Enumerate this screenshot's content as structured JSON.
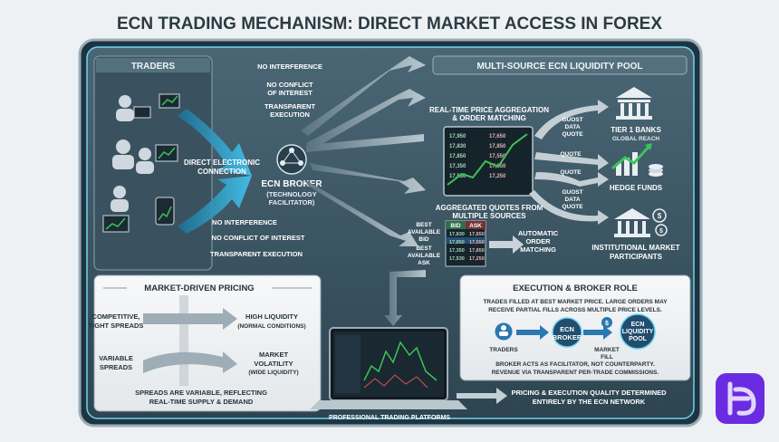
{
  "title": "ECN TRADING MECHANISM: DIRECT MARKET ACCESS IN FOREX",
  "traders": {
    "header": "TRADERS",
    "connection_label_1": "DIRECT ELECTRONIC",
    "connection_label_2": "CONNECTION"
  },
  "broker": {
    "name": "ECN BROKER",
    "sub_1": "(TECHNOLOGY",
    "sub_2": "FACILITATOR)",
    "top_points": [
      "NO INTERFERENCE",
      "NO CONFLICT",
      "OF INTEREST",
      "TRANSPARENT",
      "EXECUTION"
    ],
    "bottom_points": [
      "NO INTERFERENCE",
      "NO CONFLICT OF INTEREST",
      "TRANSPARENT EXECUTION"
    ]
  },
  "pool": {
    "header": "MULTI-SOURCE ECN LIQUIDITY POOL",
    "aggregation_1": "REAL-TIME PRICE AGGREGATION",
    "aggregation_2": "& ORDER MATCHING",
    "aggregated_1": "AGGREGATED QUOTES FROM",
    "aggregated_2": "MULTIPLE SOURCES",
    "bid_header": "BID",
    "ask_header": "ASK",
    "best_bid_1": "BEST",
    "best_bid_2": "AVAILABLE",
    "best_bid_3": "BID",
    "best_ask_1": "BEST",
    "best_ask_2": "AVAILABLE",
    "best_ask_3": "ASK",
    "auto_1": "AUTOMATIC",
    "auto_2": "ORDER",
    "auto_3": "MATCHING",
    "quote_a_1": "GUOST",
    "quote_a_2": "DATA",
    "quote_a_3": "QUOTE",
    "quote_b": "QUOTE",
    "quote_c": "QUOTE",
    "quote_d_1": "GUOST",
    "quote_d_2": "DATA",
    "quote_d_3": "QUOTE",
    "provider_1a": "TIER 1 BANKS",
    "provider_1b": "GLOBAL REACH",
    "provider_2": "HEDGE FUNDS",
    "provider_3a": "INSTITUTIONAL MARKET",
    "provider_3b": "PARTICIPANTS",
    "book_rows": [
      [
        "17,950",
        "17,650"
      ],
      [
        "17,830",
        "17,850"
      ],
      [
        "17,850",
        "17,550"
      ],
      [
        "17,350",
        "17,850"
      ],
      [
        "17,530",
        "17,250"
      ]
    ]
  },
  "pricing": {
    "header": "MARKET-DRIVEN PRICING",
    "left_1a": "COMPETITIVE,",
    "left_1b": "TIGHT SPREADS",
    "right_1a": "HIGH LIQUIDITY",
    "right_1b": "(NORMAL CONDITIONS)",
    "left_2a": "VARIABLE",
    "left_2b": "SPREADS",
    "right_2a": "MARKET",
    "right_2b": "VOLATILITY",
    "right_2c": "(WIDE LIQUIDITY)",
    "footer_1": "SPREADS ARE VARIABLE, REFLECTING",
    "footer_2": "REAL-TIME SUPPLY & DEMAND"
  },
  "platform": {
    "label": "PROFESSIONAL TRADING PLATFORMS"
  },
  "execution": {
    "header": "EXECUTION & BROKER ROLE",
    "desc_1": "TRADES FILLED AT BEST MARKET PRICE. LARGE ORDERS MAY",
    "desc_2": "RECEIVE PARTIAL FILLS ACROSS MULTIPLE PRICE LEVELS.",
    "traders": "TRADERS",
    "broker_1": "ECN",
    "broker_2": "BROKER",
    "fill_1": "MARKET",
    "fill_2": "FILL",
    "pool_1": "ECN",
    "pool_2": "LIQUIDITY",
    "pool_3": "POOL",
    "role_1": "BROKER ACTS AS FACILITATOR, NOT COUNTERPARTY.",
    "role_2": "REVENUE VIA TRANSPARENT PER-TRADE COMMISSIONS.",
    "quality_1": "PRICING & EXECUTION QUALITY DETERMINED",
    "quality_2": "ENTIRELY BY THE ECN NETWORK"
  },
  "colors": {
    "frame": "#2f4350",
    "panel": "#3f5866",
    "accent": "#2fb4de",
    "green": "#3cc35a",
    "red": "#e05454",
    "logo_bg": "#6a2ce0"
  }
}
